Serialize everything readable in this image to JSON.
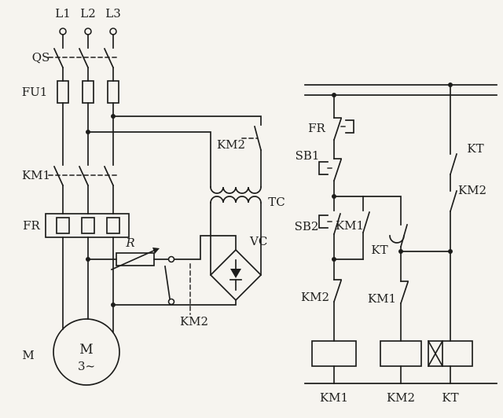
{
  "power": {
    "phase_labels": [
      "L1",
      "L2",
      "L3"
    ],
    "qs_label": "QS",
    "fu1_label": "FU1",
    "km1_label": "KM1",
    "fr_label": "FR",
    "km2_transformer_label": "KM2",
    "tc_label": "TC",
    "r_label": "R",
    "vc_label": "VC",
    "km2_brake_label": "KM2",
    "motor_external_label": "M",
    "motor_letter": "M",
    "motor_phase": "3~"
  },
  "control": {
    "fr_label": "FR",
    "sb1_label": "SB1",
    "sb2_label": "SB2",
    "km1_holding_label": "KM1",
    "kt_delay_label": "KT",
    "km2_interlock_label": "KM2",
    "km1_interlock_label": "KM1",
    "kt_contact_label": "KT",
    "km2_holding_label": "KM2",
    "coil_labels": [
      "KM1",
      "KM2",
      "KT"
    ]
  },
  "colors": {
    "line": "#1d1d1b",
    "background": "#f6f4ef"
  }
}
